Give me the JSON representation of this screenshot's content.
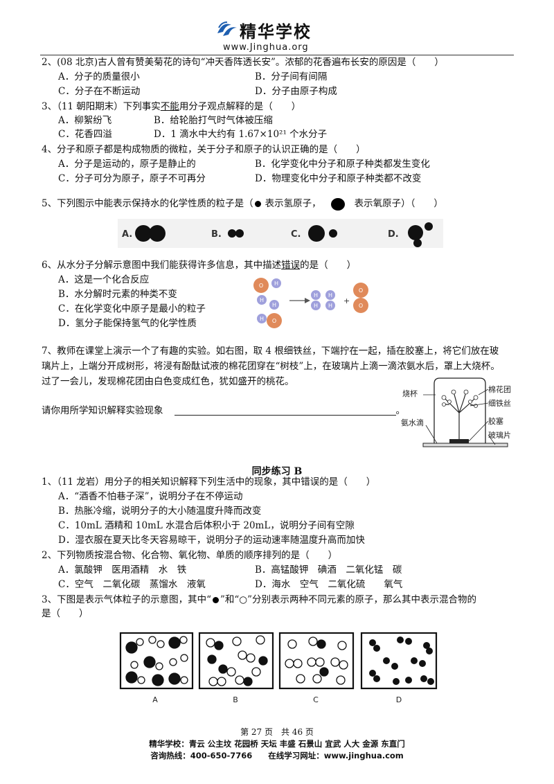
{
  "header": {
    "brand": "精华学校",
    "site": "www.Jinghua.org"
  },
  "q2": {
    "stem": "2、(08 北京)古人曾有赞美菊花的诗句“冲天香阵透长安”。浓郁的花香遍布长安的原因是（　　）",
    "a": "A．分子的质量很小",
    "b": "B．分子间有间隔",
    "c": "C．分子在不断运动",
    "d": "D．分子由原子构成"
  },
  "q3": {
    "stem_pre": "3、（11 朝阳期末）下列事实",
    "stem_u": "不能",
    "stem_post": "用分子观点解释的是（　　）",
    "a": "A．柳絮纷飞",
    "b": "B．给轮胎打气时气体被压缩",
    "c": "C．花香四溢",
    "d": "D．1 滴水中大约有 1.67×10²¹ 个水分子"
  },
  "q4": {
    "stem": "4、分子和原子都是构成物质的微粒，关于分子和原子的认识正确的是（　　）",
    "a": "A．分子是运动的，原子是静止的",
    "b": "B．化学变化中分子和原子种类都发生变化",
    "c": "C．分子可分为原子，原子不可再分",
    "d": "D．物理变化中分子和原子种类都不改变"
  },
  "q5": {
    "stem_pre": "5、下列图示中能表示保持水的化学性质的粒子是（",
    "stem_mid": "表示氢原子，",
    "stem_post": "表示氧原子）（　　）",
    "labels": [
      "A.",
      "B.",
      "C.",
      "D."
    ]
  },
  "q6": {
    "stem_pre": "6、从水分子分解示意图中我们能获得许多信息，其中描述",
    "stem_u": "错误",
    "stem_post": "的是（　　）",
    "a": "A．这是一个化合反应",
    "b": "B．水分解时元素的种类不变",
    "c": "C．在化学变化中原子是最小的粒子",
    "d": "D．氢分子能保持氢气的化学性质",
    "atom_h": "H",
    "atom_o": "O",
    "plus": "+"
  },
  "q7": {
    "line1": "7、教师在课堂上演示一个了有趣的实验。如右图，取 4 根细铁丝，下端拧在一起，插在胶塞上，将它们放在玻",
    "line2": "璃片上，上端分开成树形，将浸有酚酞试液的棉花团穿在“树枝”上，在玻璃片上滴一滴浓氨水后，罩上大烧杯。",
    "line3": "过了一会儿，发现棉花团由白色变成红色，犹如盛开的桃花。",
    "ask": "请你用所学知识解释实验现象",
    "end": "。",
    "fig_labels": {
      "beaker": "烧杯",
      "cotton": "棉花团",
      "wire": "细铁丝",
      "ammonia": "氨水滴",
      "stopper": "胶塞",
      "glass": "玻璃片"
    }
  },
  "section_b": {
    "title": "同步练习 B"
  },
  "b1": {
    "stem": "1、（11 龙岩）用分子的相关知识解释下列生活中的现象，其中错误的是（　　）",
    "a": "A．“酒香不怕巷子深”，说明分子在不停运动",
    "b": "B．热胀冷缩，说明分子的大小随温度升降而改变",
    "c": "C．10mL 酒精和 10mL 水混合后体积小于 20mL，说明分子间有空隙",
    "d": "D．湿衣服在夏天比冬天容易晾干，说明分子的运动速率随温度升高而加快"
  },
  "b2": {
    "stem": "2、下列物质按混合物、化合物、氧化物、单质的顺序排列的是（　　）",
    "a": "A．氯酸钾　医用酒精　水　铁",
    "b": "B．高锰酸钾　碘酒　二氧化锰　碳",
    "c": "C．空气　二氧化碳　蒸馏水　液氧",
    "d": "D．海水　空气　二氧化硫　　氧气"
  },
  "b3": {
    "line1_pre": "3、下图是表示气体粒子的示意图，其中“",
    "line1_mid": "”和“○”分别表示两种不同元素的原子，那么其中表示混合物的",
    "line2": "是（　　）",
    "labels": [
      "A",
      "B",
      "C",
      "D"
    ]
  },
  "footer": {
    "page": "第 27 页　共 46 页",
    "campuses": "精华学校：青云  公主坟  花园桥  天坛  丰盛  石景山  宜武  人大  金源  东直门",
    "hotline": "咨询热线：400-650-7766　　在线学习网址：www.jinghua.com"
  },
  "colors": {
    "atom_h": "#9fa0dc",
    "atom_o": "#e08a5a",
    "logo": "#1f5fb0"
  }
}
